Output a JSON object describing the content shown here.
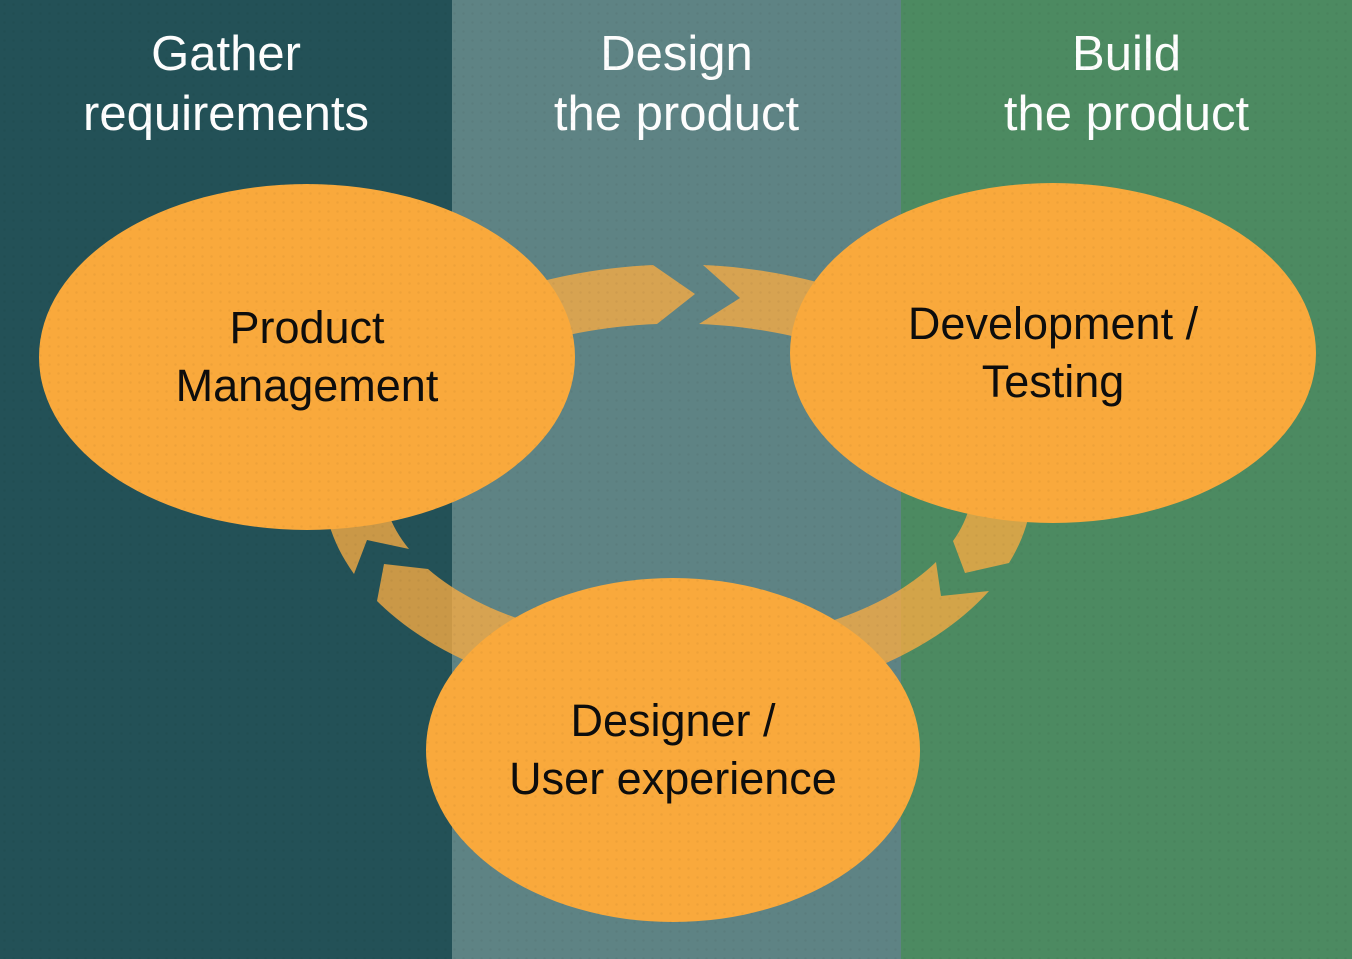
{
  "diagram": {
    "title_semantics": "Product development cycle across three phases",
    "cycle_direction": "clockwise",
    "columns": [
      {
        "id": "gather-requirements",
        "label_line1": "Gather",
        "label_line2": "requirements",
        "bg_color": "#235157"
      },
      {
        "id": "design-the-product",
        "label_line1": "Design",
        "label_line2": "the product",
        "bg_color": "#5E8384"
      },
      {
        "id": "build-the-product",
        "label_line1": "Build",
        "label_line2": "the product",
        "bg_color": "#4C8A61"
      }
    ],
    "nodes": [
      {
        "id": "product-management",
        "line1": "Product",
        "line2": "Management",
        "column": "Gather requirements"
      },
      {
        "id": "development-testing",
        "line1": "Development /",
        "line2": "Testing",
        "column": "Build the product"
      },
      {
        "id": "designer-user-experience",
        "line1": "Designer /",
        "line2": "User experience",
        "column": "Design the product"
      }
    ],
    "arrows": [
      {
        "id": "arrow-product-management-to-development",
        "from": "Product Management",
        "to": "Development / Testing"
      },
      {
        "id": "arrow-development-to-designer",
        "from": "Development / Testing",
        "to": "Designer / User experience"
      },
      {
        "id": "arrow-designer-to-product-management",
        "from": "Designer / User experience",
        "to": "Product Management"
      }
    ],
    "colors": {
      "node_fill": "#F9A93C",
      "arrow_fill": "rgba(250,172,66,0.78)",
      "header_text": "#FDFDFD",
      "node_text": "#0D0D0D"
    }
  }
}
